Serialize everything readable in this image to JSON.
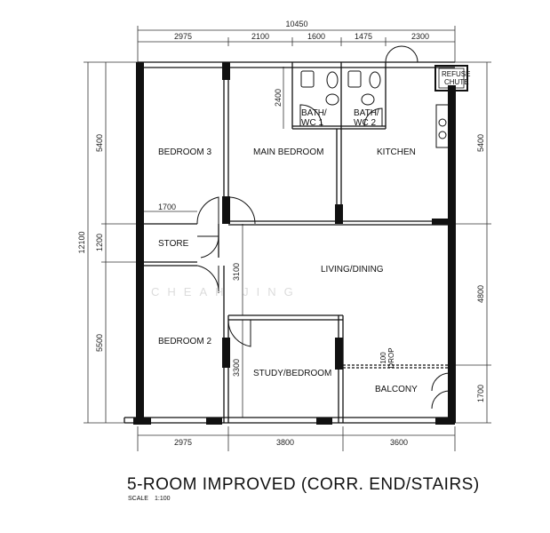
{
  "plan": {
    "title": "5-ROOM IMPROVED (CORR. END/STAIRS)",
    "scale_label": "SCALE",
    "scale_value": "1:100",
    "watermark": "CHEAH JING",
    "rooms": {
      "bedroom3": "BEDROOM 3",
      "main_bedroom": "MAIN BEDROOM",
      "bath1_line1": "BATH/",
      "bath1_line2": "WC 1",
      "bath2_line1": "BATH/",
      "bath2_line2": "WC 2",
      "kitchen": "KITCHEN",
      "refuse_line1": "REFUSE",
      "refuse_line2": "CHUTE",
      "store": "STORE",
      "living_dining": "LIVING/DINING",
      "bedroom2": "BEDROOM 2",
      "study_bedroom": "STUDY/BEDROOM",
      "balcony": "BALCONY",
      "drop_value": "100",
      "drop_label": "DROP"
    },
    "dimensions": {
      "top_total": "10450",
      "top_segments": [
        "2975",
        "2100",
        "1600",
        "1475",
        "2300"
      ],
      "bottom_segments": [
        "2975",
        "3800",
        "3600"
      ],
      "left_total": "12100",
      "left_segments": [
        "5400",
        "1200",
        "5500"
      ],
      "right_segments": [
        "5400",
        "4800",
        "1700"
      ],
      "store_width": "1700",
      "bath_depth": "2400",
      "living_corridor": "3100",
      "study_depth": "3300"
    }
  }
}
